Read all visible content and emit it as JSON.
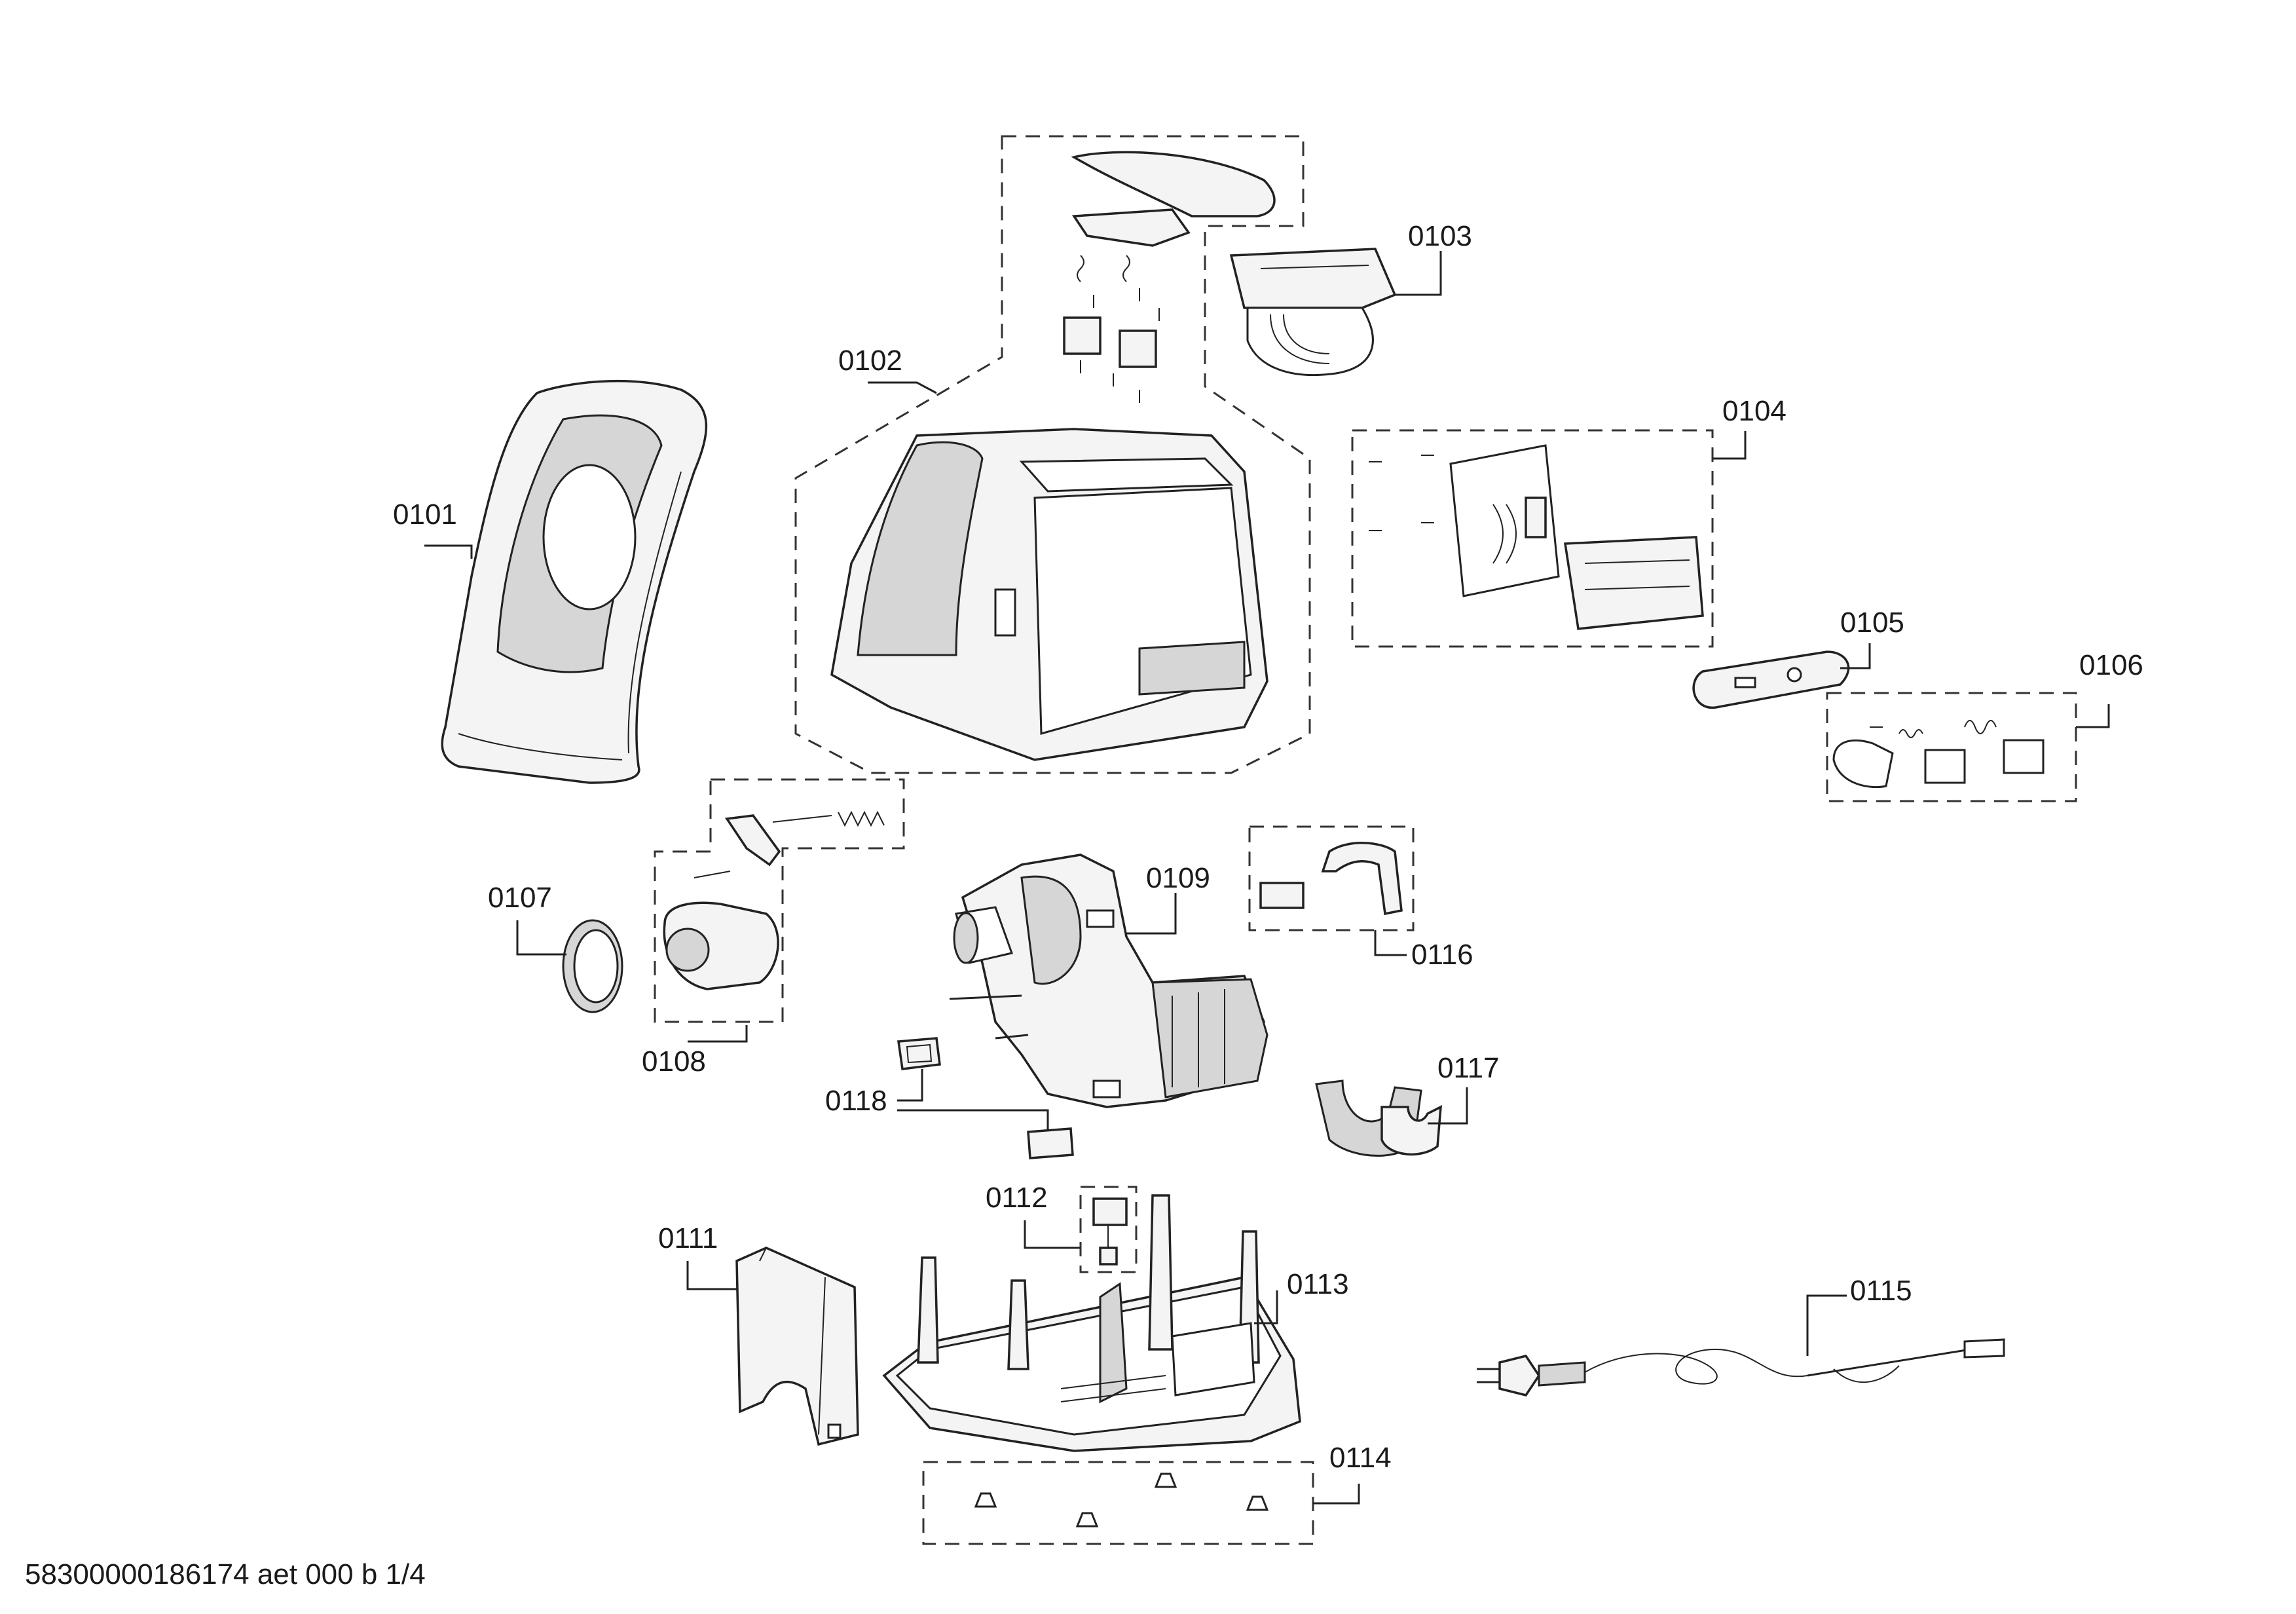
{
  "part_labels": {
    "p0101": "0101",
    "p0102": "0102",
    "p0103": "0103",
    "p0104": "0104",
    "p0105": "0105",
    "p0106": "0106",
    "p0107": "0107",
    "p0108": "0108",
    "p0109": "0109",
    "p0111": "0111",
    "p0112": "0112",
    "p0113": "0113",
    "p0114": "0114",
    "p0115": "0115",
    "p0116": "0116",
    "p0117": "0117",
    "p0118": "0118"
  },
  "footer": {
    "document_id": "58300000186174 aet 000 b 1/4"
  }
}
